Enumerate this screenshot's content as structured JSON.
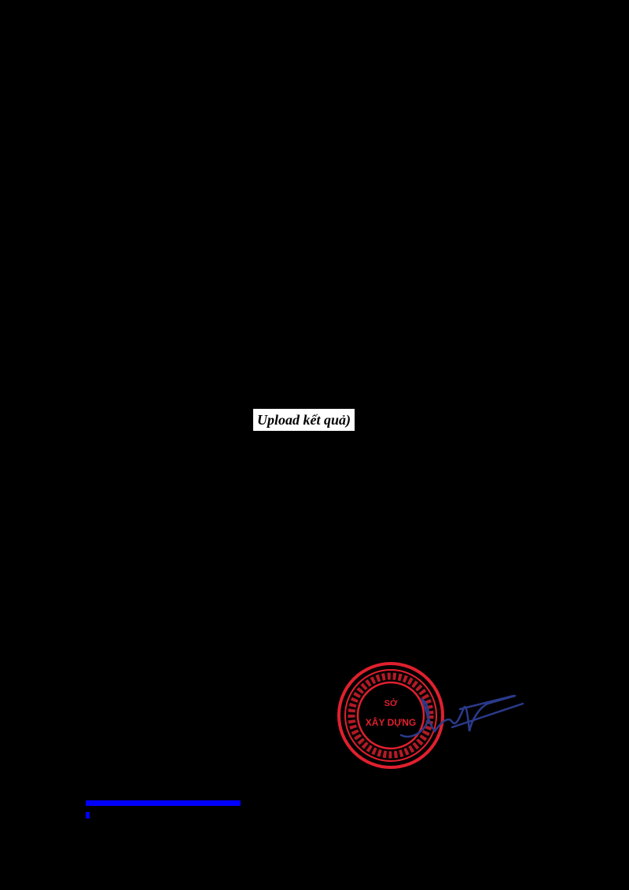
{
  "document": {
    "caption": "Upload kết quả)",
    "stamp": {
      "top_text": "SỞ",
      "main_text": "XÂY DỰNG",
      "color": "#e0202e",
      "signature_color": "#2a3a8a"
    },
    "link_color": "#0000ff"
  }
}
